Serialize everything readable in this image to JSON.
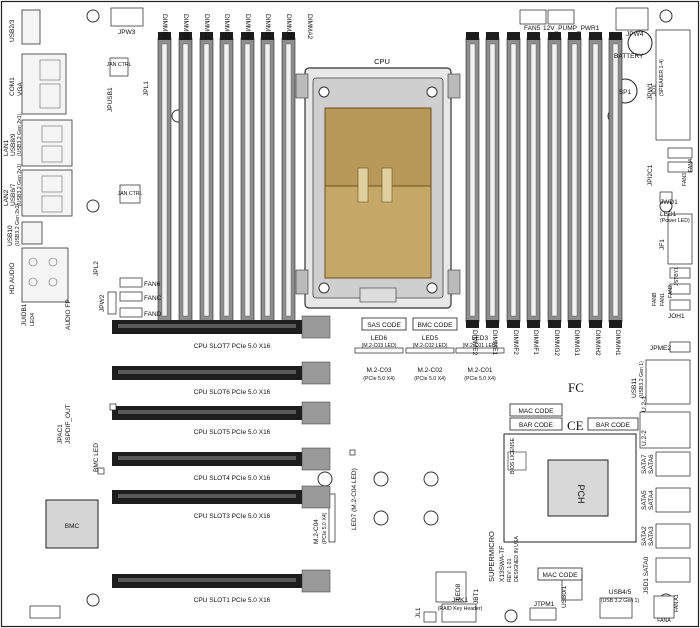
{
  "board": {
    "model": "X13SWA-TF",
    "brand": "SUPERMICRO",
    "rev": "REV: 1.01",
    "designed": "DESIGNED IN USA"
  },
  "cpu": {
    "label": "CPU"
  },
  "pch": {
    "label": "PCH"
  },
  "bmc": {
    "label": "BMC",
    "led": "BMC LED"
  },
  "dimms_left": [
    "DIMMD1",
    "DIMMD2",
    "DIMMC1",
    "DIMMC2",
    "DIMMB1",
    "DIMMB2",
    "DIMMA1",
    "DIMMA2"
  ],
  "dimms_right": [
    "DIMME2",
    "DIMME1",
    "DIMMF2",
    "DIMMF1",
    "DIMMG2",
    "DIMMG1",
    "DIMMH2",
    "DIMMH1"
  ],
  "pcie_slots": [
    "CPU SLOT7 PCIe 5.0 X16",
    "CPU SLOT6 PCIe 5.0 X16",
    "CPU SLOT5 PCIe 5.0 X16",
    "CPU SLOT4 PCIe 5.0 X16",
    "CPU SLOT3 PCIe 5.0 X16",
    "CPU SLOT1 PCIe 5.0 X16"
  ],
  "codes": {
    "sas": "SAS CODE",
    "bmc": "BMC CODE",
    "mac1": "MAC CODE",
    "bar1": "BAR CODE",
    "bar2": "BAR CODE",
    "mac2": "MAC CODE"
  },
  "m2": [
    {
      "led": "LED6",
      "led_sub": "(M.2-C03 LED)",
      "name": "M.2-C03",
      "spec": "(PCIe 5.0 X4)"
    },
    {
      "led": "LED5",
      "led_sub": "(M.2-C02 LED)",
      "name": "M.2-C02",
      "spec": "(PCIe 5.0 X4)"
    },
    {
      "led": "LED3",
      "led_sub": "(M.2-C01 LED)",
      "name": "M.2-C01",
      "spec": "(PCIe 5.0 X4)"
    }
  ],
  "m2_c04": {
    "name": "M.2-C04",
    "spec": "(PCIe 5.0 X4)",
    "led": "LED7 (M.2-C04 LED)"
  },
  "left_io": {
    "usb23": "USB2/3",
    "jpw3": "JPW3",
    "com1": "COM1",
    "vga": "VGA",
    "jpusb1": "JPUSB1",
    "lan1": "LAN1",
    "usb89": "USB8/9",
    "usb89_sub": "(USB3.2 Gen 2x1)",
    "lan2": "LAN2",
    "usb67": "USB6/7",
    "usb67_sub": "(USB3.2 Gen 2x1)",
    "usb10": "USB10",
    "usb10_sub": "(USB3.2 Gen 2x2)",
    "hd_audio": "HD AUDIO",
    "jpl2": "JPL2",
    "jpl1": "JPL1",
    "juidb1": "JUIDB1",
    "led4": "LED4",
    "audio_fp": "AUDIO FP",
    "jpw2": "JPW2",
    "fan6": "FAN6",
    "fanc": "FANC",
    "fand": "FAND",
    "jpac1": "JPAC1",
    "jspdif": "JSPDIF_OUT",
    "jl1": "JL1",
    "jrk1": "JRK1",
    "jrk1_sub": "(RAID Key Header)",
    "jbt1": "JBT1",
    "led8": "LED8",
    "jtpm1": "JTPM1",
    "jan": "JAN CTRL",
    "jan2": "JAN CTRL"
  },
  "right_io": {
    "fan5": "FAN5",
    "pump": "12V_PUMP_PWR1",
    "jpw4": "JPW4",
    "battery": "BATTERY",
    "sp1": "SP1",
    "jpw1": "JPW1",
    "jd1": "JD1",
    "jd1_sub": "(SPEAKER 1-4)",
    "fan4": "FAN4",
    "fan3": "FAN3",
    "jpd1": "JPI2C1",
    "jwd1": "JWD1",
    "led1": "LED1",
    "led1_sub": "(Power LED)",
    "jf1": "JF1",
    "jstby1": "JSTBY1",
    "fan2": "FAN2",
    "fan1": "FAN1",
    "fanb": "FANB",
    "joh1": "JOH1",
    "jpme2": "JPME2",
    "usb11": "USB11",
    "usb11_sub": "(USB3.2 Gen 1)",
    "u21": "U.2-1",
    "u22": "U.2-2",
    "sata7": "SATA7",
    "sata6": "SATA6",
    "sata5": "SATA5",
    "sata4": "SATA4",
    "sata2": "SATA2",
    "sata3": "SATA3",
    "ssata1": "JSD1 SATA0",
    "usb45": "USB4/5",
    "usb45_sub": "(USB 3.2 Gen 1)",
    "usb01": "USB0/1",
    "fana": "FANA",
    "jsd1": "JSD1",
    "fan_a1": "FAN A1",
    "bios": "BIOS LICENSE"
  },
  "marks": {
    "fc": "FC",
    "ce": "CE"
  },
  "colors": {
    "slot_dark": "#1d1d1d",
    "slot_gray": "#9a9a9a",
    "gold": "#b8924a",
    "gold_dark": "#8c6a2a"
  }
}
